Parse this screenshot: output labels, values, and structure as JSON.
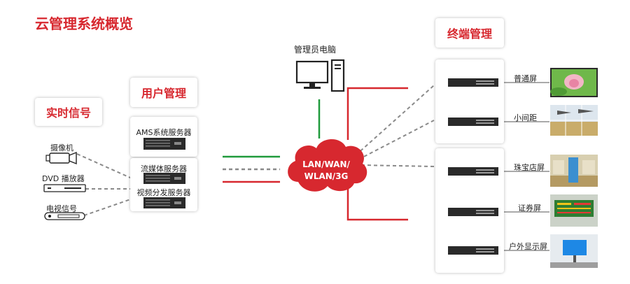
{
  "title": "云管理系统概览",
  "sections": {
    "signal": "实时信号",
    "user": "用户管理",
    "terminal": "终端管理"
  },
  "sources": [
    "摄像机",
    "DVD 播放器",
    "电视信号"
  ],
  "servers": {
    "ams": "AMS系统服务器",
    "streaming": "流媒体服务器",
    "distribution": "视频分发服务器"
  },
  "admin_pc": "管理员电脑",
  "network": {
    "line1": "LAN/WAN/",
    "line2": "WLAN/3G"
  },
  "screens": [
    "普通屏",
    "小间距",
    "珠宝店屏",
    "证券屏",
    "户外显示屏"
  ],
  "colors": {
    "accent": "#d7282f",
    "green": "#1f9a3c",
    "dashed": "#8a8a8a"
  }
}
